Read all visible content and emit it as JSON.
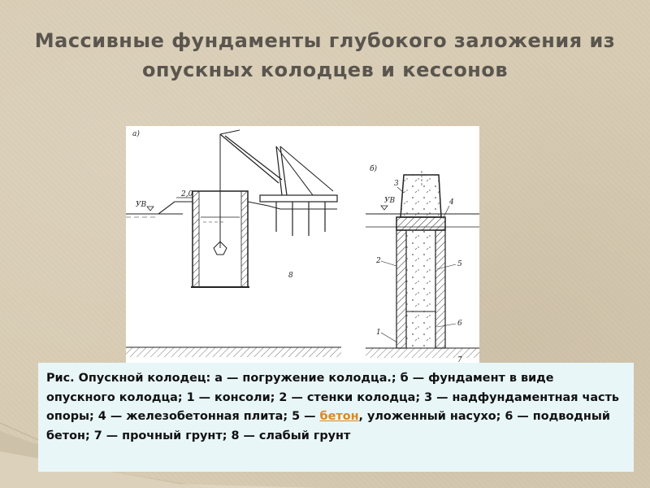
{
  "title": "Массивные фундаменты глубокого заложения из опускных колодцев и кессонов",
  "diagram": {
    "panel_a_label": "а)",
    "panel_b_label": "б)",
    "water_level_a": "УВ",
    "level_value": "2,0",
    "water_level_b": "УВ",
    "callout_1": "1",
    "callout_2": "2",
    "callout_3": "3",
    "callout_4": "4",
    "callout_5": "5",
    "callout_6": "6",
    "callout_7": "7",
    "callout_8": "8"
  },
  "caption": {
    "before_link": "Рис. Опускной колодец: а — погружение колодца.; б — фундамент в виде опускного колодца; 1 — консоли; 2 — стенки колодца; 3 — надфундаментная часть опоры; 4 — железобетонная плита; 5 — ",
    "link_text": "бетон",
    "after_link": ", уложенный насухо; 6 — подводный бетон; 7 — прочный грунт; 8 — слабый грунт"
  },
  "colors": {
    "background": "#d8ccb4",
    "title": "#5a554e",
    "caption_bg": "#e8f6f8",
    "link": "#d98a1f"
  }
}
